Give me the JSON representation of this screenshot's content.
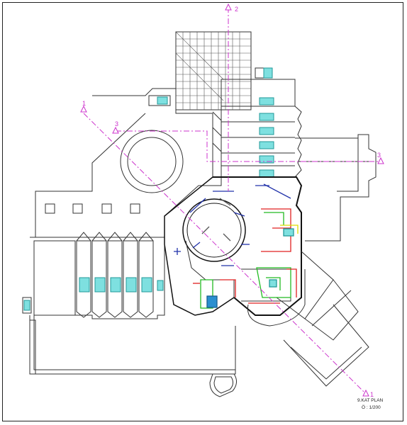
{
  "section_markers": {
    "m1_top": "1",
    "m1_bottom": "1",
    "m2_top": "2",
    "m3_left": "3",
    "m3_right": "3"
  },
  "title_block": {
    "title": "9.KAT PLAN",
    "scale": "Ö : 1/200"
  },
  "colors": {
    "line": "#333333",
    "section": "#cc33cc",
    "cyan": "#33cccc",
    "red": "#e02020",
    "green": "#22bb22",
    "blue": "#2233aa",
    "yellow": "#dddd00"
  }
}
